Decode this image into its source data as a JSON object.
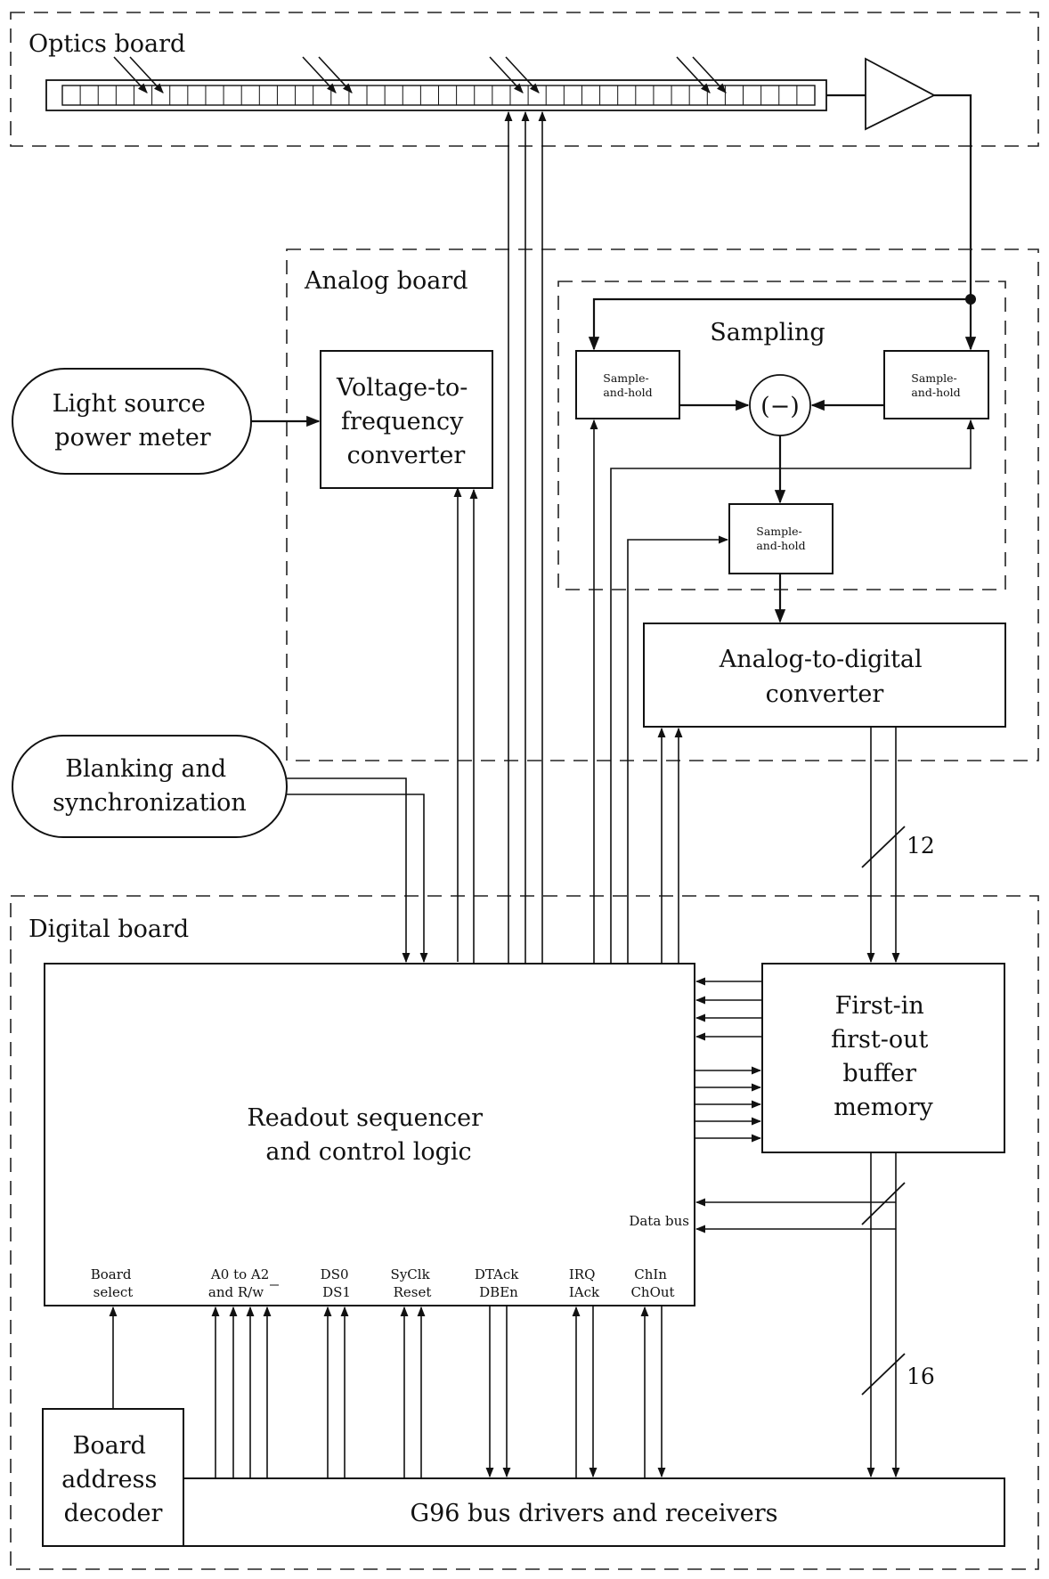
{
  "boards": {
    "optics": "Optics board",
    "analog": "Analog board",
    "sampling": "Sampling",
    "digital": "Digital board"
  },
  "external": {
    "light_source": [
      "Light source",
      "power meter"
    ],
    "blanking": [
      "Blanking and",
      "synchronization"
    ]
  },
  "blocks": {
    "vfc": [
      "Voltage-to-",
      "frequency",
      "converter"
    ],
    "sh": [
      "Sample-",
      "and-hold"
    ],
    "subtractor": "(−)",
    "adc": [
      "Analog-to-digital",
      "converter"
    ],
    "fifo": [
      "First-in",
      "first-out",
      "buffer",
      "memory"
    ],
    "sequencer": [
      "Readout sequencer",
      "and control logic"
    ],
    "decoder": [
      "Board",
      "address",
      "decoder"
    ],
    "bus_drivers": "G96 bus drivers and receivers"
  },
  "signals": {
    "data_bus": "Data bus",
    "board_select": [
      "Board",
      "select"
    ],
    "addr": [
      "A0 to A2",
      "and R/w"
    ],
    "ds": [
      "DS0",
      "DS1"
    ],
    "clk": [
      "SyClk",
      "Reset"
    ],
    "dtack": [
      "DTAck",
      "DBEn"
    ],
    "irq": [
      "IRQ",
      "IAck"
    ],
    "chin": [
      "ChIn",
      "ChOut"
    ]
  },
  "bus_widths": {
    "adc_to_fifo": "12",
    "fifo_to_bus": "16"
  }
}
